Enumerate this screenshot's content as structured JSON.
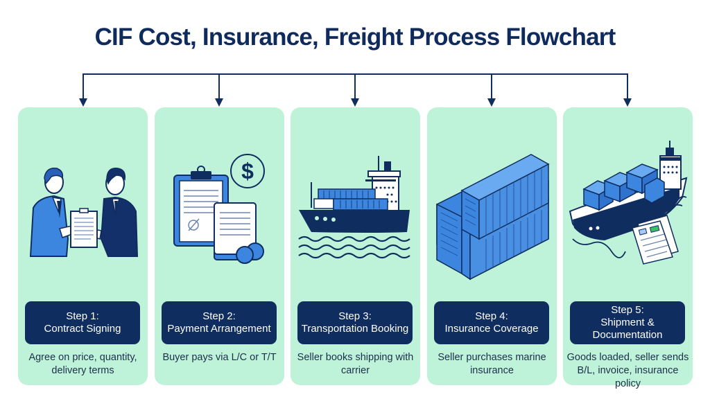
{
  "title": "CIF Cost, Insurance, Freight Process Flowchart",
  "colors": {
    "card_bg": "#bff3d9",
    "step_box": "#0f2d5e",
    "accent_blue": "#3d86e0",
    "navy": "#0f2d5e"
  },
  "steps": [
    {
      "step": "Step 1:",
      "name": "Contract Signing",
      "description": "Agree on price, quantity, delivery terms",
      "icon": "handshake-contract-icon"
    },
    {
      "step": "Step 2:",
      "name": "Payment Arrangement",
      "description": "Buyer pays via L/C or T/T",
      "icon": "payment-documents-icon"
    },
    {
      "step": "Step 3:",
      "name": "Transportation Booking",
      "description": "Seller books shipping with carrier",
      "icon": "cargo-ship-icon"
    },
    {
      "step": "Step 4:",
      "name": "Insurance Coverage",
      "description": "Seller purchases marine insurance",
      "icon": "shipping-containers-icon"
    },
    {
      "step": "Step 5:",
      "name": "Shipment & Documentation",
      "description": "Goods loaded, seller sends B/L, invoice, insurance policy",
      "icon": "ship-documents-icon"
    }
  ]
}
